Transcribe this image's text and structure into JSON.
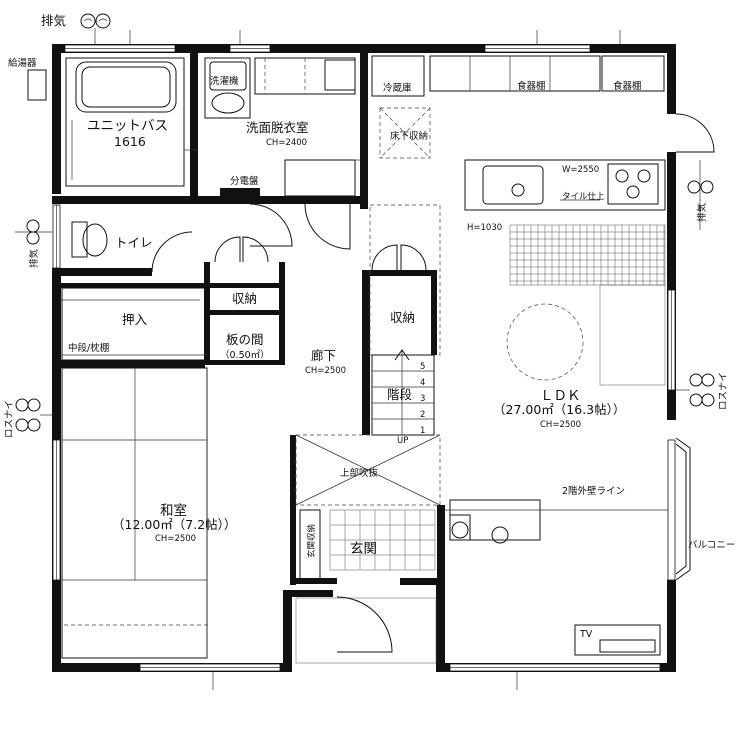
{
  "labels": {
    "exhaust": "排気",
    "water_heater": "給湯器",
    "unit_bath": "ユニットバス",
    "unit_bath_size": "1616",
    "washing_machine": "洗濯機",
    "washroom": "洗面脱衣室",
    "washroom_ch": "CH=2400",
    "fridge": "冷蔵庫",
    "cupboard1": "食器棚",
    "cupboard2": "食器棚",
    "underfloor_storage": "床下収納",
    "distribution_board": "分電盤",
    "kitchen_w": "W=2550",
    "tile_finish": "タイル仕上",
    "kitchen_h": "H=1030",
    "toilet": "トイレ",
    "storage1": "収納",
    "storage2": "収納",
    "closet": "押入",
    "board_room": "板の間",
    "board_room_area": "（0.50㎡）",
    "middle_shelf": "中段/枕棚",
    "hallway": "廊下",
    "hallway_ch": "CH=2500",
    "stairs": "階段",
    "step_up": "UP",
    "steps": [
      "5",
      "4",
      "3",
      "2",
      "1"
    ],
    "ldk": "ＬＤＫ",
    "ldk_area": "（27.00㎡（16.3帖））",
    "ldk_ch": "CH=2500",
    "rosunai_left": "ロスナイ",
    "rosunai_right": "ロスナイ",
    "upper_void": "上部吹抜",
    "second_floor_wall": "2階外壁ライン",
    "balcony": "バルコニー",
    "entrance_storage": "玄関収納",
    "entrance": "玄関",
    "washitsu": "和室",
    "washitsu_area": "（12.00㎡（7.2帖））",
    "washitsu_ch": "CH=2500",
    "tv": "TV"
  }
}
